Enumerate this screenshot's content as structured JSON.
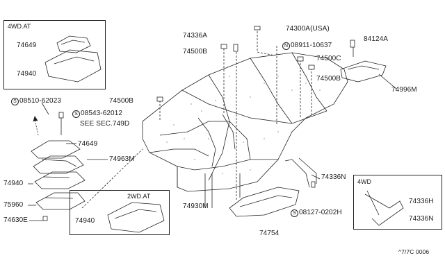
{
  "boxes": {
    "top_left_title": "4WD.AT",
    "bottom_center_title": "2WD.AT",
    "bottom_right_title": "4WD"
  },
  "labels": {
    "l74649_box": "74649",
    "l74940_box": "74940",
    "l08510": "08510-62023",
    "l08543": "08543-62012",
    "see_sec": "SEE SEC.749D",
    "l74649": "74649",
    "l74963M": "74963M",
    "l74940": "74940",
    "l75960": "75960",
    "l74630E": "74630E",
    "l74940_2wd": "74940",
    "l74336A": "74336A",
    "l74300A": "74300A(USA)",
    "l84124A": "84124A",
    "l74500B_a": "74500B",
    "l08911": "08911-10637",
    "l74500C": "74500C",
    "l74500B_b": "74500B",
    "l74996M": "74996M",
    "l74500B_c": "74500B",
    "l74930M": "74930M",
    "l74336N_a": "74336N",
    "l08127": "08127-0202H",
    "l74754": "74754",
    "l74336H": "74336H",
    "l74336N_b": "74336N",
    "footer": "^7/7C 0006"
  },
  "symbols": {
    "s_mark": "S",
    "n_mark": "N"
  }
}
